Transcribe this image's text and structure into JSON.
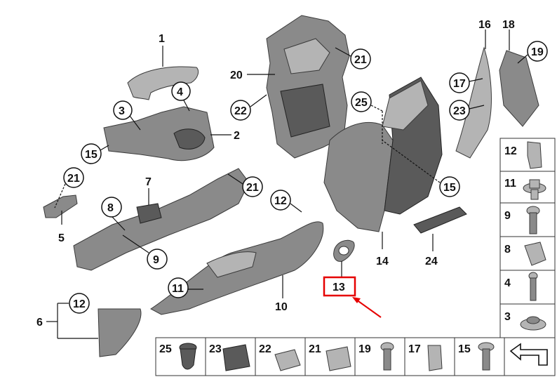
{
  "callouts": {
    "c1": "1",
    "c2": "2",
    "c3": "3",
    "c4": "4",
    "c5": "5",
    "c6": "6",
    "c7": "7",
    "c8": "8",
    "c9": "9",
    "c10": "10",
    "c11": "11",
    "c12a": "12",
    "c12b": "12",
    "c13": "13",
    "c14": "14",
    "c15a": "15",
    "c15b": "15",
    "c16": "16",
    "c17": "17",
    "c18": "18",
    "c19": "19",
    "c20": "20",
    "c21a": "21",
    "c21b": "21",
    "c21c": "21",
    "c22": "22",
    "c23": "23",
    "c24": "24",
    "c25": "25"
  },
  "legend_right": [
    "12",
    "11",
    "9",
    "8",
    "4",
    "3"
  ],
  "legend_bottom": [
    "25",
    "23",
    "22",
    "21",
    "19",
    "17",
    "15"
  ],
  "highlight": {
    "label": "13",
    "color": "#e60000"
  }
}
